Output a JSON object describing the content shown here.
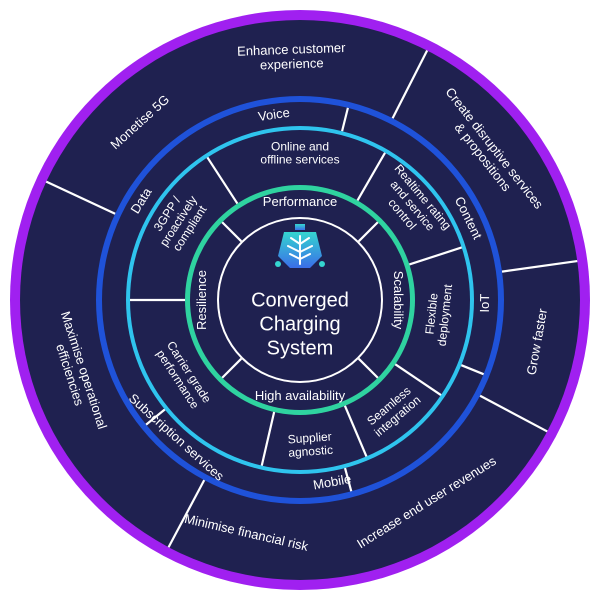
{
  "center": {
    "title_lines": [
      "Converged",
      "Charging",
      "System"
    ],
    "icon": "tree-network-icon"
  },
  "rings": {
    "outer": [
      {
        "text": "Enhance customer experience"
      },
      {
        "text": "Create disruptive services & propositions"
      },
      {
        "text": "Grow faster"
      },
      {
        "text": "Increase end user revenues"
      },
      {
        "text": "Minimise financial risk"
      },
      {
        "text": "Maximise operational efficiencies"
      },
      {
        "text": "Monetise 5G"
      }
    ],
    "services": [
      {
        "text": "Voice"
      },
      {
        "text": "Content"
      },
      {
        "text": "IoT"
      },
      {
        "text": "Mobile"
      },
      {
        "text": "Subscription services"
      },
      {
        "text": "Data"
      }
    ],
    "capabilities": [
      {
        "text": "Online and offline services"
      },
      {
        "text": "Realtime rating and service control"
      },
      {
        "text": "Flexible deployment"
      },
      {
        "text": "Seamless integration"
      },
      {
        "text": "Supplier agnostic"
      },
      {
        "text": "Carrier grade performance"
      },
      {
        "text": "3GPP / proactively compliant"
      }
    ],
    "qualities": [
      {
        "text": "Performance"
      },
      {
        "text": "Scalability"
      },
      {
        "text": "High availability"
      },
      {
        "text": "Resilience"
      }
    ]
  },
  "colors": {
    "navy": "#1f2150",
    "purple": "#a020f0",
    "blue": "#1f52d9",
    "cyan": "#2fc4ee",
    "green": "#2fd3a0",
    "white": "#ffffff"
  }
}
